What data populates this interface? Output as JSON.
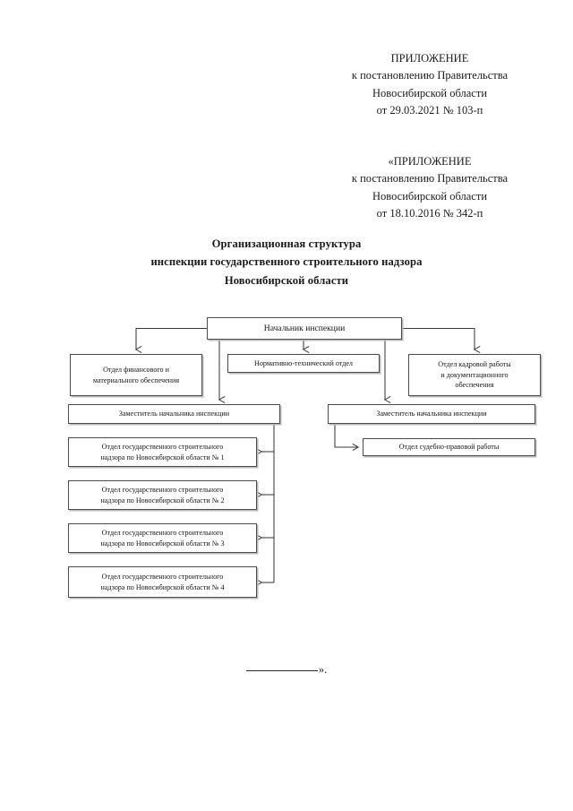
{
  "header_1": {
    "lines": [
      "ПРИЛОЖЕНИЕ",
      "к постановлению Правительства",
      "Новосибирской области",
      "от 29.03.2021  № 103-п"
    ]
  },
  "header_2": {
    "lines": [
      "«ПРИЛОЖЕНИЕ",
      "к постановлению Правительства",
      "Новосибирской области",
      "от 18.10.2016 № 342-п"
    ]
  },
  "title": {
    "lines": [
      "Организационная структура",
      "инспекции государственного строительного надзора",
      "Новосибирской области"
    ]
  },
  "footer": {
    "rule": "",
    "tail": "»."
  },
  "chart_data": {
    "type": "diagram",
    "title": "Организационная структура инспекции государственного строительного надзора Новосибирской области",
    "nodes": [
      {
        "id": "chief",
        "label": "Начальник инспекции",
        "level": 0
      },
      {
        "id": "finance",
        "label": "Отдел финансового и материального обеспечения",
        "level": 1
      },
      {
        "id": "norm",
        "label": "Нормативно-технический отдел",
        "level": 1
      },
      {
        "id": "hr",
        "label": "Отдел кадровой работы и документационного обеспечения",
        "level": 1
      },
      {
        "id": "deputy_l",
        "label": "Заместитель начальника инспекции",
        "level": 1
      },
      {
        "id": "deputy_r",
        "label": "Заместитель начальника инспекции",
        "level": 1
      },
      {
        "id": "legal",
        "label": "Отдел судебно-правовой работы",
        "level": 2
      },
      {
        "id": "dep_1",
        "label": "Отдел государственного строительного надзора по Новосибирской области № 1",
        "level": 2
      },
      {
        "id": "dep_2",
        "label": "Отдел государственного строительного надзора по Новосибирской области № 2",
        "level": 2
      },
      {
        "id": "dep_3",
        "label": "Отдел государственного строительного надзора по Новосибирской области № 3",
        "level": 2
      },
      {
        "id": "dep_4",
        "label": "Отдел государственного строительного надзора по Новосибирской области № 4",
        "level": 2
      }
    ],
    "edges": [
      {
        "from": "chief",
        "to": "finance"
      },
      {
        "from": "chief",
        "to": "norm"
      },
      {
        "from": "chief",
        "to": "hr"
      },
      {
        "from": "chief",
        "to": "deputy_l"
      },
      {
        "from": "chief",
        "to": "deputy_r"
      },
      {
        "from": "deputy_l",
        "to": "dep_1"
      },
      {
        "from": "deputy_l",
        "to": "dep_2"
      },
      {
        "from": "deputy_l",
        "to": "dep_3"
      },
      {
        "from": "deputy_l",
        "to": "dep_4"
      },
      {
        "from": "deputy_r",
        "to": "legal"
      }
    ],
    "node_labels": {
      "chief": "Начальник инспекции",
      "finance_l1": "Отдел финансового и",
      "finance_l2": "материального обеспечения",
      "norm": "Нормативно-технический отдел",
      "hr_l1": "Отдел кадровой работы",
      "hr_l2": "и документационного",
      "hr_l3": "обеспечения",
      "deputy_l": "Заместитель начальника инспекции",
      "deputy_r": "Заместитель начальника инспекции",
      "legal": "Отдел судебно-правовой работы",
      "dep_1_l1": "Отдел государственного строительного",
      "dep_1_l2": "надзора по Новосибирской области № 1",
      "dep_2_l1": "Отдел государственного строительного",
      "dep_2_l2": "надзора по Новосибирской области № 2",
      "dep_3_l1": "Отдел государственного строительного",
      "dep_3_l2": "надзора по Новосибирской области № 3",
      "dep_4_l1": "Отдел государственного строительного",
      "dep_4_l2": "надзора по Новосибирской области № 4"
    }
  },
  "colors": {
    "text": "#161616",
    "box_border": "#4c4c4c",
    "box_shadow": "#b9b9b9",
    "connector": "#3a3a3a",
    "page_background": "#ffffff"
  }
}
